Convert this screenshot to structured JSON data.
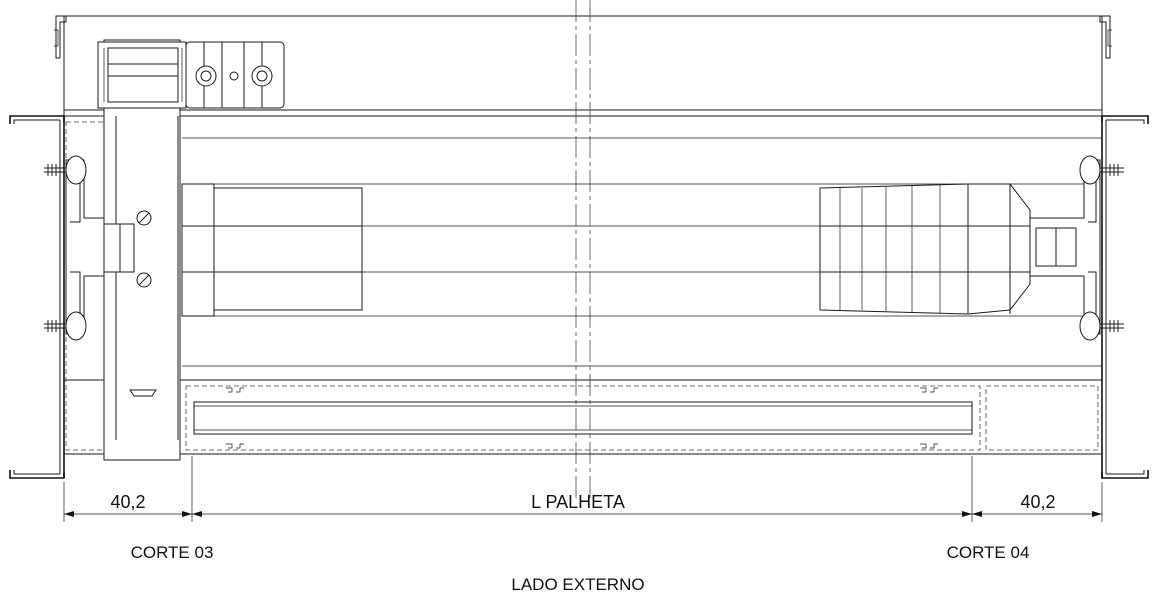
{
  "dimensions": {
    "left_margin": "40,2",
    "center_length": "L PALHETA",
    "right_margin": "40,2"
  },
  "labels": {
    "section_left": "CORTE 03",
    "section_right": "CORTE 04",
    "side": "LADO EXTERNO"
  }
}
